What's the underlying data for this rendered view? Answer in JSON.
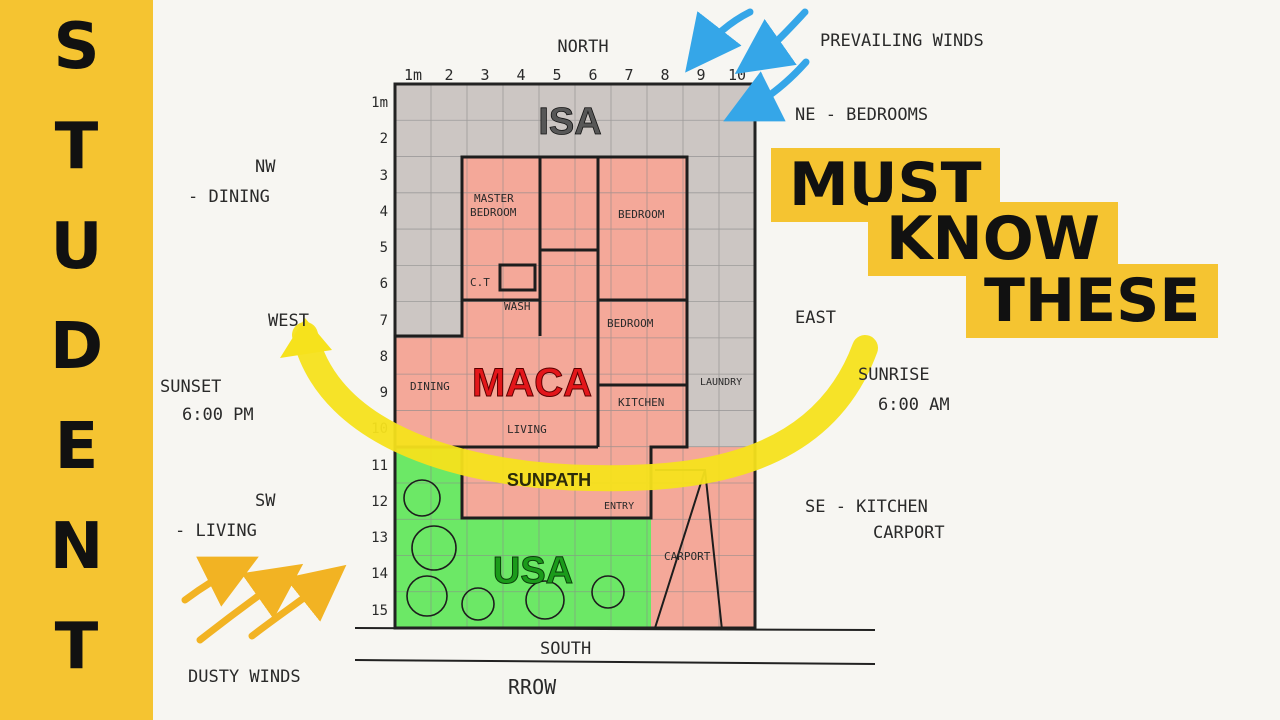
{
  "banner": {
    "letters": [
      "S",
      "T",
      "U",
      "D",
      "E",
      "N",
      "T"
    ]
  },
  "tag": {
    "line1": "MUST",
    "line2": "KNOW",
    "line3": "THESE"
  },
  "grid": {
    "cols": [
      "1m",
      "2",
      "3",
      "4",
      "5",
      "6",
      "7",
      "8",
      "9",
      "10"
    ],
    "rows": [
      "1m",
      "2",
      "3",
      "4",
      "5",
      "6",
      "7",
      "8",
      "9",
      "10",
      "11",
      "12",
      "13",
      "14",
      "15"
    ]
  },
  "zones": {
    "isa": "ISA",
    "maca": "MACA",
    "usa": "USA",
    "sunpath": "SUNPATH"
  },
  "rooms": {
    "master1": "MASTER",
    "master2": "BEDROOM",
    "bedroom1": "BEDROOM",
    "bedroom2": "BEDROOM",
    "ct": "C.T",
    "wash": "WASH",
    "dining": "DINING",
    "living": "LIVING",
    "kitchen": "KITCHEN",
    "laundry": "LAUNDRY",
    "entry": "ENTRY",
    "carport": "CARPORT"
  },
  "labels": {
    "north": "NORTH",
    "prevailing": "PREVAILING WINDS",
    "ne": "NE - BEDROOMS",
    "nw1": "NW",
    "nw2": "- DINING",
    "west": "WEST",
    "east": "EAST",
    "sunset1": "SUNSET",
    "sunset2": "6:00 PM",
    "sunrise1": "SUNRISE",
    "sunrise2": "6:00 AM",
    "sw1": "SW",
    "sw2": "- LIVING",
    "se1": "SE - KITCHEN",
    "se2": "CARPORT",
    "south": "SOUTH",
    "dusty": "DUSTY WINDS",
    "rrow": "RROW"
  },
  "colors": {
    "banner": "#f5c431",
    "isa": "#c9c3c0",
    "maca": "#f3a08f",
    "usa": "#5fe65a",
    "sunpath": "#f6e21c",
    "wind_north": "#35a6e8",
    "wind_south": "#f2b323"
  }
}
